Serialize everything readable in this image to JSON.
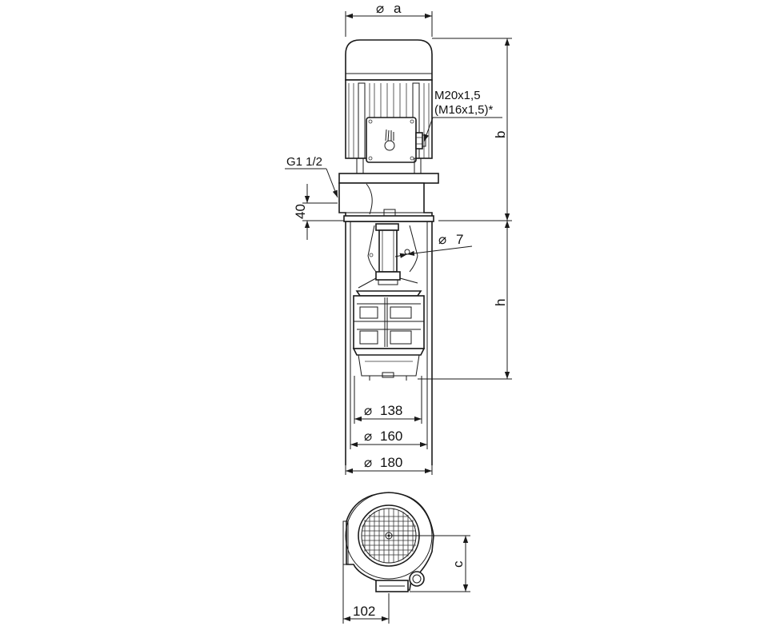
{
  "labels": {
    "dia_a": "a",
    "cable_gland": "M20x1,5",
    "cable_gland_alt": "(M16x1,5)*",
    "dim_b": "b",
    "connection": "G1 1/2",
    "dim_40": "40",
    "dia_7": "7",
    "dim_h": "h",
    "dia_138": "138",
    "dia_160": "160",
    "dia_180": "180",
    "dim_c": "c",
    "dim_102": "102"
  },
  "symbols": {
    "diameter": "⌀"
  }
}
